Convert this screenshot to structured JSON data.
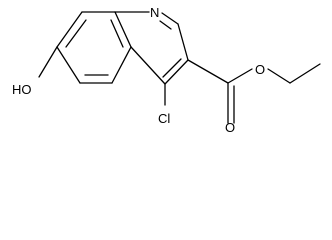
{
  "structure": {
    "atoms": {
      "N": "N",
      "OH": "HO",
      "Cl": "Cl",
      "carbonyl_O": "O",
      "ester_O": "O"
    }
  },
  "colors": {
    "bond": "#000000",
    "label": "#000000",
    "background": "#ffffff"
  }
}
